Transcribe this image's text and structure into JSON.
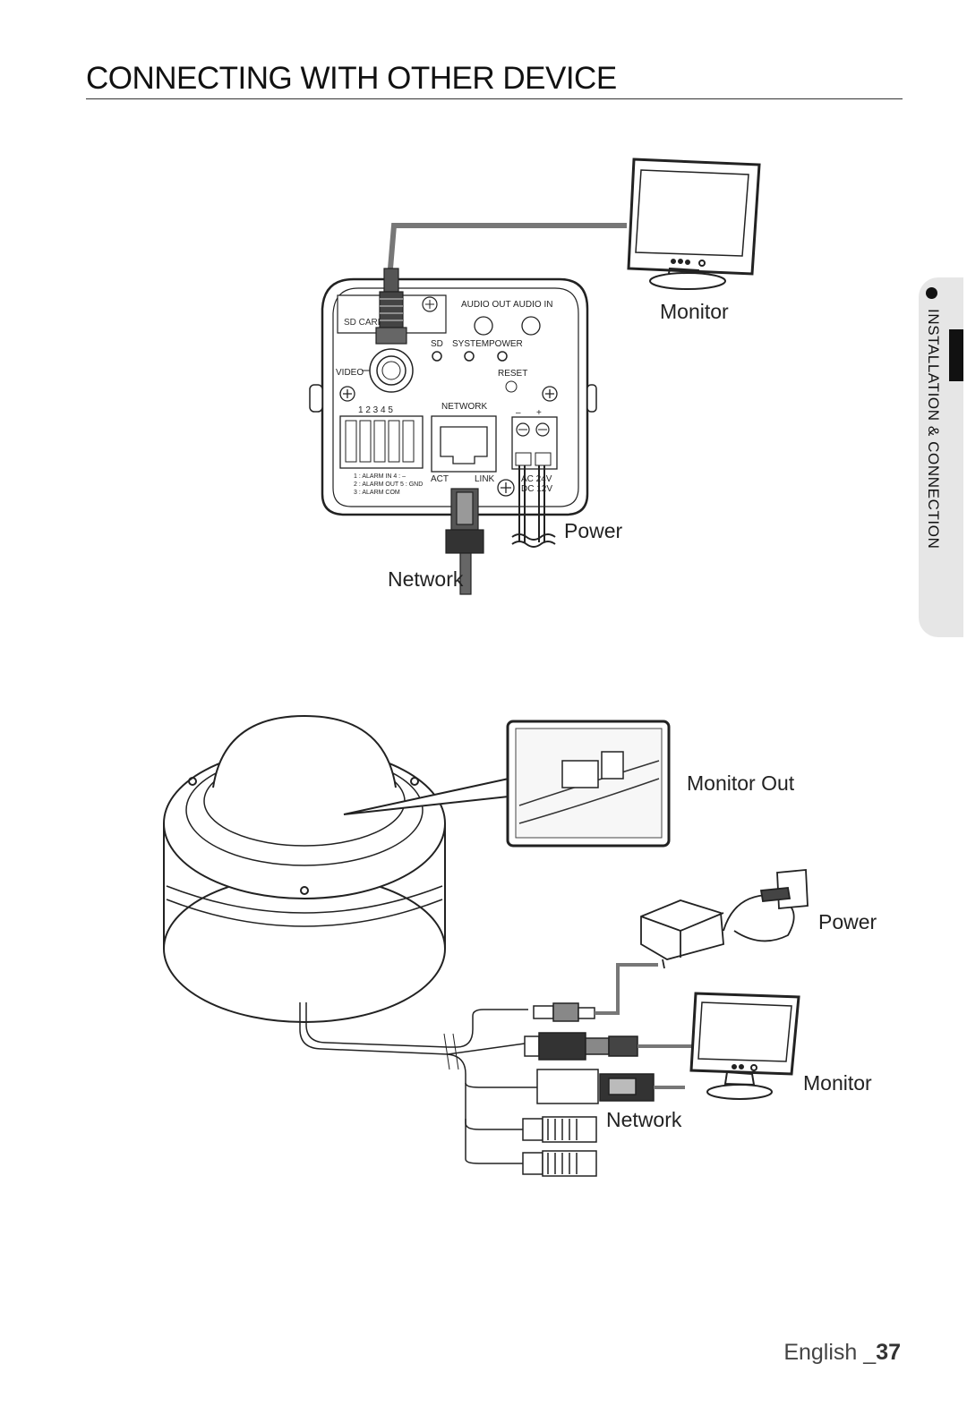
{
  "page_title": "CONNECTING WITH OTHER DEVICE",
  "side_tab": {
    "label": "INSTALLATION & CONNECTION"
  },
  "top_diagram": {
    "labels": {
      "monitor": "Monitor",
      "power": "Power",
      "network": "Network"
    },
    "panel": {
      "sd_card": "SD CARD",
      "audio_out": "AUDIO OUT",
      "audio_in": "AUDIO IN",
      "sd": "SD",
      "system": "SYSTEM",
      "power": "POWER",
      "video": "VIDEO",
      "reset": "RESET",
      "network": "NETWORK",
      "pins": "1 2 3 4 5",
      "minus": "–",
      "plus": "+",
      "legend_1": "1 : ALARM IN   4 : –",
      "legend_2": "2 : ALARM OUT  5 : GND",
      "legend_3": "3 : ALARM COM",
      "act": "ACT",
      "link": "LINK",
      "ac": "AC 24V",
      "dc": "DC 12V"
    }
  },
  "bottom_diagram": {
    "labels": {
      "monitor_out": "Monitor Out",
      "power": "Power",
      "monitor": "Monitor",
      "network": "Network"
    }
  },
  "footer": {
    "language": "English",
    "separator": " _",
    "page_number": "37"
  }
}
